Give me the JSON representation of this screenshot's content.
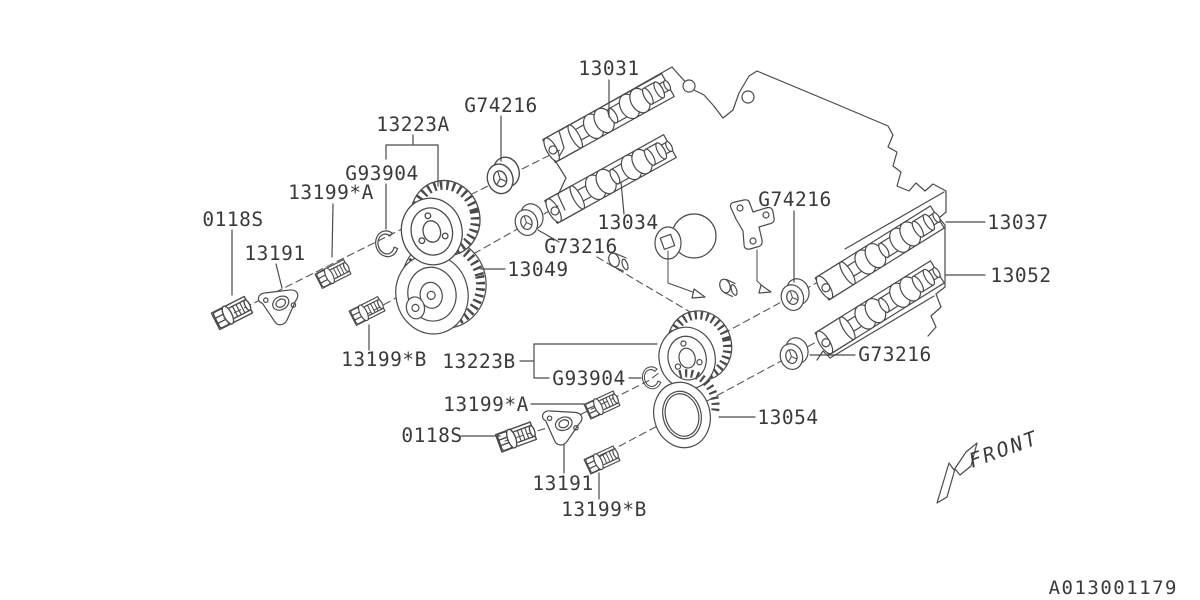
{
  "diagram": {
    "document_code": "A013001179",
    "orientation_label": "FRONT",
    "colors": {
      "line": "#4a4a4a",
      "text": "#3a3a3a",
      "background": "#ffffff"
    },
    "icons": {
      "front_arrow": "zigzag-arrow-pointing-down-left"
    },
    "labels": {
      "cam_13031": "13031",
      "seal_g74216_top": "G74216",
      "sprocket_13223a": "13223A",
      "ring_g93904_top": "G93904",
      "bolt_13199a_top": "13199*A",
      "bolt_0118s_top": "0118S",
      "plate_13191_top": "13191",
      "cam_13034": "13034",
      "seal_g73216_top": "G73216",
      "seal_g74216_right": "G74216",
      "gear_13049": "13049",
      "cam_13037": "13037",
      "cam_13052": "13052",
      "bolt_13199b_left": "13199*B",
      "sprocket_13223b": "13223B",
      "ring_g93904_bottom": "G93904",
      "bolt_13199a_bottom": "13199*A",
      "bolt_0118s_bottom": "0118S",
      "seal_g73216_bottom": "G73216",
      "pulley_13054": "13054",
      "plate_13191_bottom": "13191",
      "bolt_13199b_bottom": "13199*B"
    }
  }
}
